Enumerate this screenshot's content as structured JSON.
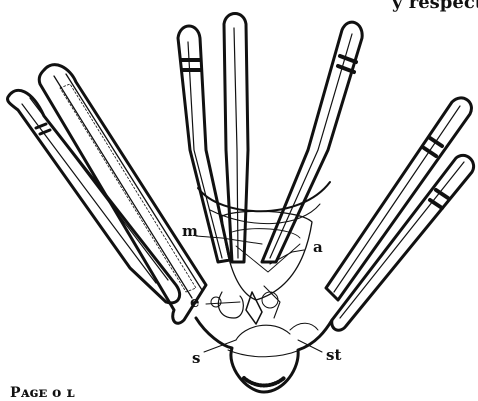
{
  "figure": {
    "labels": {
      "m": "m",
      "a": "a",
      "e": "e",
      "s": "s",
      "st": "st"
    },
    "caption_fragment": "Pᴀɢᴇ ᴏ ʟ",
    "top_text_fragment": "y respect"
  }
}
